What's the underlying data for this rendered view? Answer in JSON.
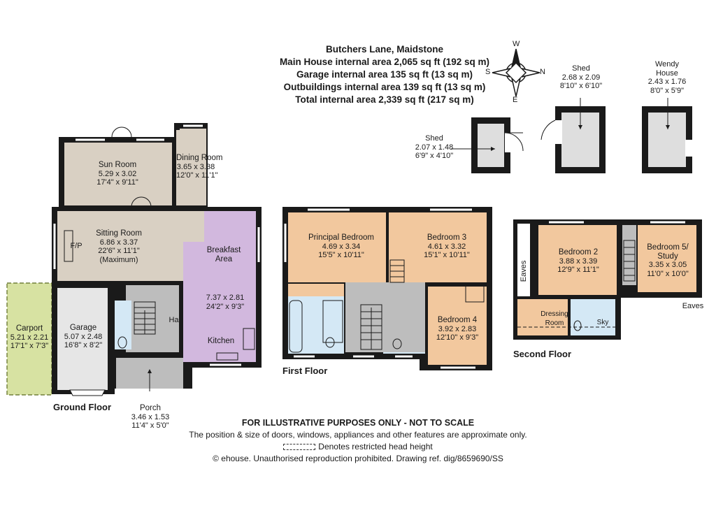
{
  "header": {
    "title": "Butchers Lane, Maidstone",
    "main_house": "Main House internal area 2,065 sq ft (192 sq m)",
    "garage": "Garage internal area 135 sq ft (13 sq m)",
    "outbuildings": "Outbuildings internal area 139 sq ft (13 sq m)",
    "total": "Total internal area 2,339 sq ft (217 sq m)"
  },
  "compass": {
    "n": "N",
    "s": "S",
    "e": "E",
    "w": "W"
  },
  "colors": {
    "wall": "#1a1a1a",
    "sun_room": "#d9d0c3",
    "dining": "#d9d0c3",
    "sitting": "#d9d0c3",
    "kitchen": "#d2b8de",
    "hall": "#bdbdbd",
    "garage": "#e6e6e6",
    "carport": "#d7e2a2",
    "bedroom": "#f2c89e",
    "bathroom": "#d4e8f5",
    "landing": "#bdbdbd",
    "outbuilding": "#dedede"
  },
  "outbuildings": {
    "shed_small": {
      "name": "Shed",
      "metric": "2.07 x 1.48",
      "imperial": "6'9\" x 4'10\""
    },
    "shed_large": {
      "name": "Shed",
      "metric": "2.68 x 2.09",
      "imperial": "8'10\" x 6'10\""
    },
    "wendy": {
      "name": "Wendy",
      "name2": "House",
      "metric": "2.43 x 1.76",
      "imperial": "8'0\" x 5'9\""
    }
  },
  "ground_floor": {
    "label": "Ground Floor",
    "sun_room": {
      "name": "Sun Room",
      "metric": "5.29 x 3.02",
      "imperial": "17'4\" x 9'11\""
    },
    "dining_room": {
      "name": "Dining Room",
      "metric": "3.65 x 3.38",
      "imperial": "12'0\" x 11'1\""
    },
    "sitting_room": {
      "name": "Sitting Room",
      "metric": "6.86 x 3.37",
      "imperial": "22'6\" x 11'1\"",
      "note": "(Maximum)"
    },
    "fireplace": "F/P",
    "breakfast": {
      "name": "Breakfast",
      "name2": "Area"
    },
    "kitchen": {
      "name": "Kitchen",
      "metric": "7.37 x 2.81",
      "imperial": "24'2\" x 9'3\""
    },
    "hall": "Hall",
    "garage": {
      "name": "Garage",
      "metric": "5.07 x 2.48",
      "imperial": "16'8\" x 8'2\""
    },
    "carport": {
      "name": "Carport",
      "metric": "5.21 x 2.21",
      "imperial": "17'1\" x 7'3\""
    },
    "porch": {
      "name": "Porch",
      "metric": "3.46 x 1.53",
      "imperial": "11'4\" x 5'0\""
    }
  },
  "first_floor": {
    "label": "First Floor",
    "principal": {
      "name": "Principal Bedroom",
      "metric": "4.69 x 3.34",
      "imperial": "15'5\" x 10'11\""
    },
    "bedroom3": {
      "name": "Bedroom 3",
      "metric": "4.61 x 3.32",
      "imperial": "15'1\" x 10'11\""
    },
    "bedroom4": {
      "name": "Bedroom 4",
      "metric": "3.92 x 2.83",
      "imperial": "12'10\" x 9'3\""
    }
  },
  "second_floor": {
    "label": "Second Floor",
    "eaves_left": "Eaves",
    "eaves_right": "Eaves",
    "bedroom2": {
      "name": "Bedroom 2",
      "metric": "3.88 x 3.39",
      "imperial": "12'9\" x 11'1\""
    },
    "bedroom5": {
      "name": "Bedroom 5/",
      "name2": "Study",
      "metric": "3.35 x 3.05",
      "imperial": "11'0\" x 10'0\""
    },
    "dressing": {
      "name": "Dressing",
      "name2": "Room"
    },
    "sky": "Sky"
  },
  "footer": {
    "disclaimer": "FOR ILLUSTRATIVE PURPOSES ONLY - NOT TO SCALE",
    "note": "The position & size of doors, windows, appliances and other features are approximate only.",
    "restricted": "Denotes restricted head height",
    "copyright": "© ehouse. Unauthorised reproduction prohibited. Drawing ref. dig/8659690/SS"
  }
}
